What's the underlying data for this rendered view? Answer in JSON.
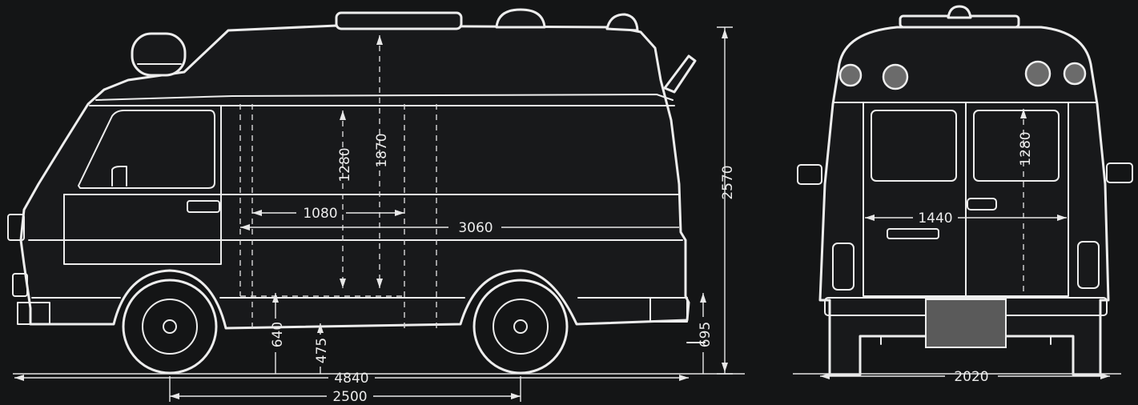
{
  "dimensions": {
    "overall_length": "4840",
    "wheelbase": "2500",
    "load_length": "3060",
    "sliding_door_width": "1080",
    "overall_height": "2570",
    "interior_height": "1870",
    "door_height_side": "1280",
    "load_floor_height": "640",
    "step_height": "475",
    "rear_overhang_height": "695",
    "rear_door_width": "1440",
    "rear_door_height": "1280",
    "overall_width": "2020"
  }
}
